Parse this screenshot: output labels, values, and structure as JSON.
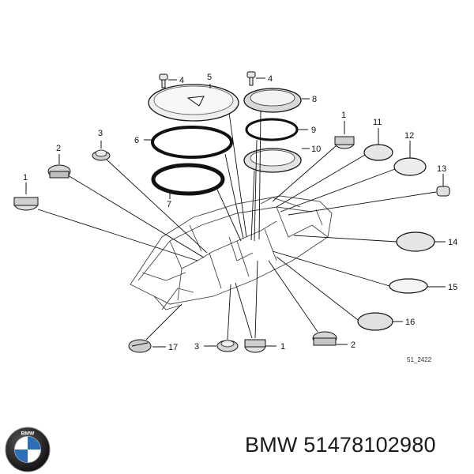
{
  "diagram": {
    "callouts": {
      "c4a": "4",
      "c5": "5",
      "c4b": "4",
      "c8": "8",
      "c3a": "3",
      "c6": "6",
      "c9": "9",
      "c1a": "1",
      "c11": "11",
      "c2a": "2",
      "c10": "10",
      "c12": "12",
      "c1b": "1",
      "c13": "13",
      "c7": "7",
      "c14": "14",
      "c15": "15",
      "c16": "16",
      "c17": "17",
      "c3b": "3",
      "c1c": "1",
      "c2b": "2"
    },
    "ref_code": "51_2422"
  },
  "footer": {
    "brand_logo": "BMW",
    "part_label": "BMW 51478102980"
  },
  "colors": {
    "line": "#111111",
    "fill_light": "#e8e8e8",
    "fill_mid": "#cfcfcf"
  }
}
